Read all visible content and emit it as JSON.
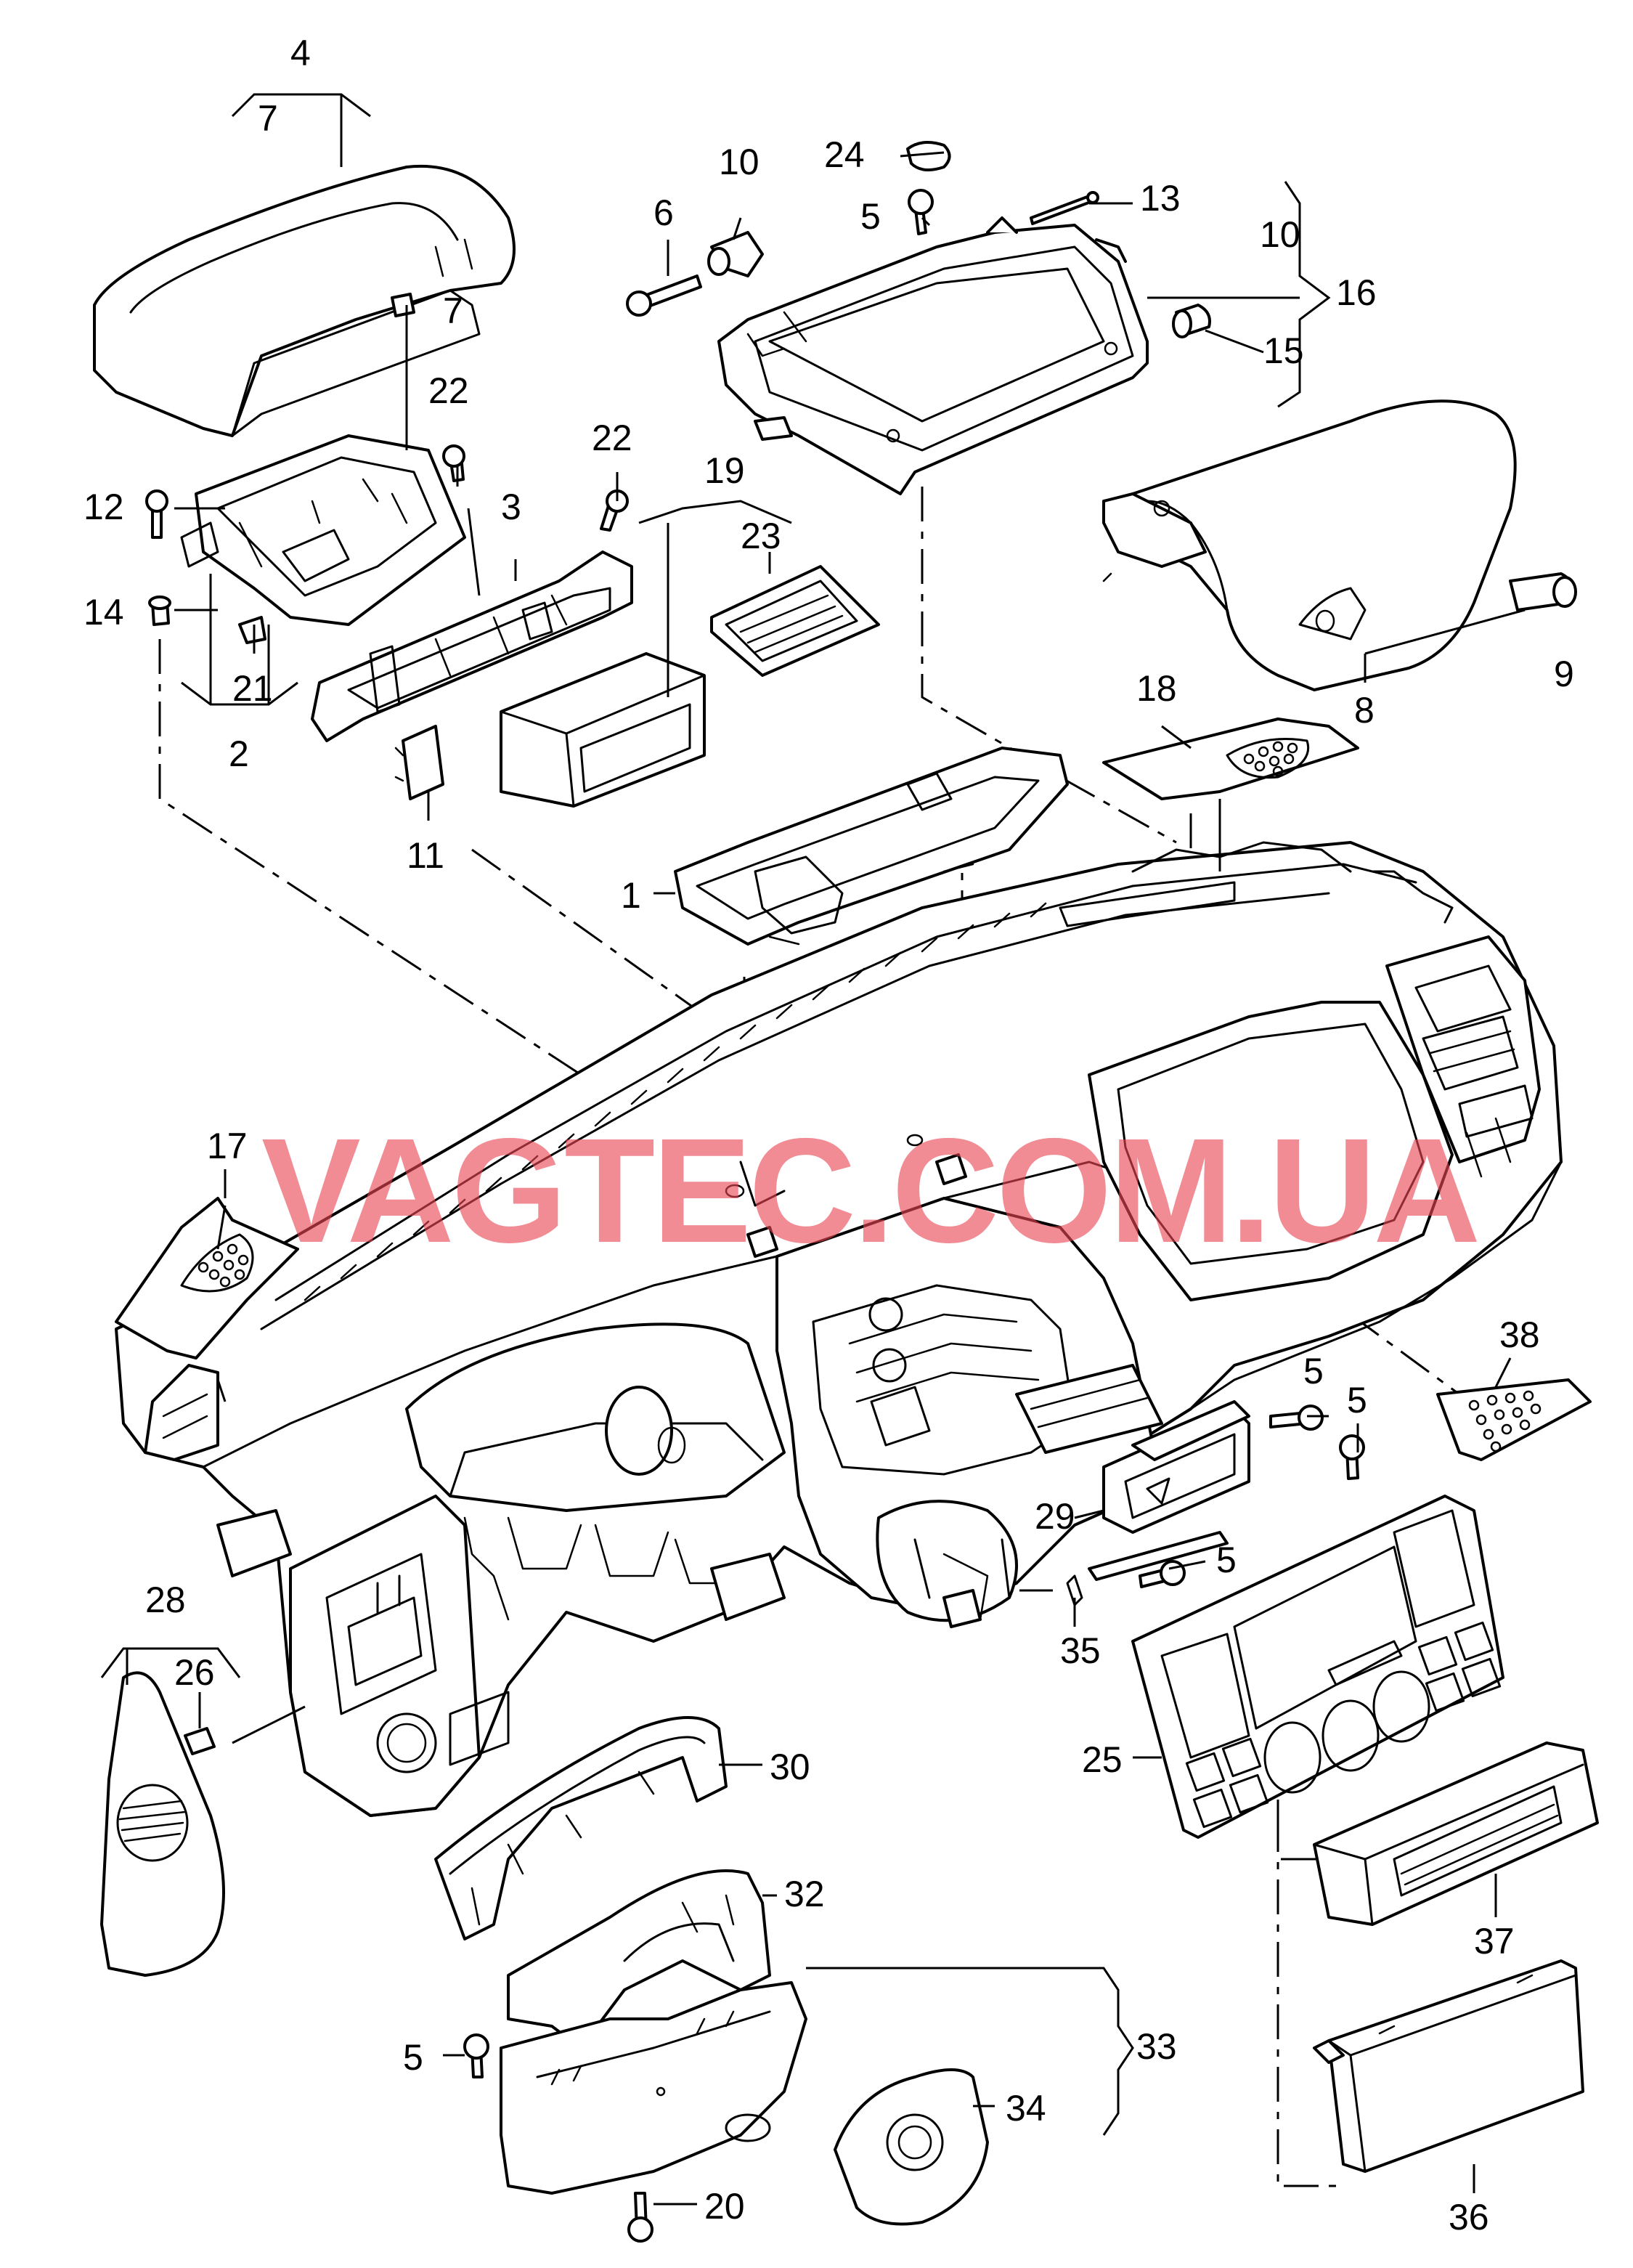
{
  "watermark": "VAGTEC.COM.UA",
  "callouts": {
    "c1": "1",
    "c2": "2",
    "c3": "3",
    "c4": "4",
    "c5a": "5",
    "c5b": "5",
    "c5c": "5",
    "c5d": "5",
    "c5e": "5",
    "c6": "6",
    "c7a": "7",
    "c7b": "7",
    "c8": "8",
    "c9": "9",
    "c10a": "10",
    "c10b": "10",
    "c11": "11",
    "c12": "12",
    "c13": "13",
    "c14": "14",
    "c15": "15",
    "c16": "16",
    "c17": "17",
    "c18": "18",
    "c19": "19",
    "c20": "20",
    "c21": "21",
    "c22a": "22",
    "c22b": "22",
    "c23": "23",
    "c24": "24",
    "c25": "25",
    "c26": "26",
    "c28": "28",
    "c29": "29",
    "c30": "30",
    "c32": "32",
    "c33": "33",
    "c34": "34",
    "c35": "35",
    "c36": "36",
    "c37": "37",
    "c38": "38"
  }
}
